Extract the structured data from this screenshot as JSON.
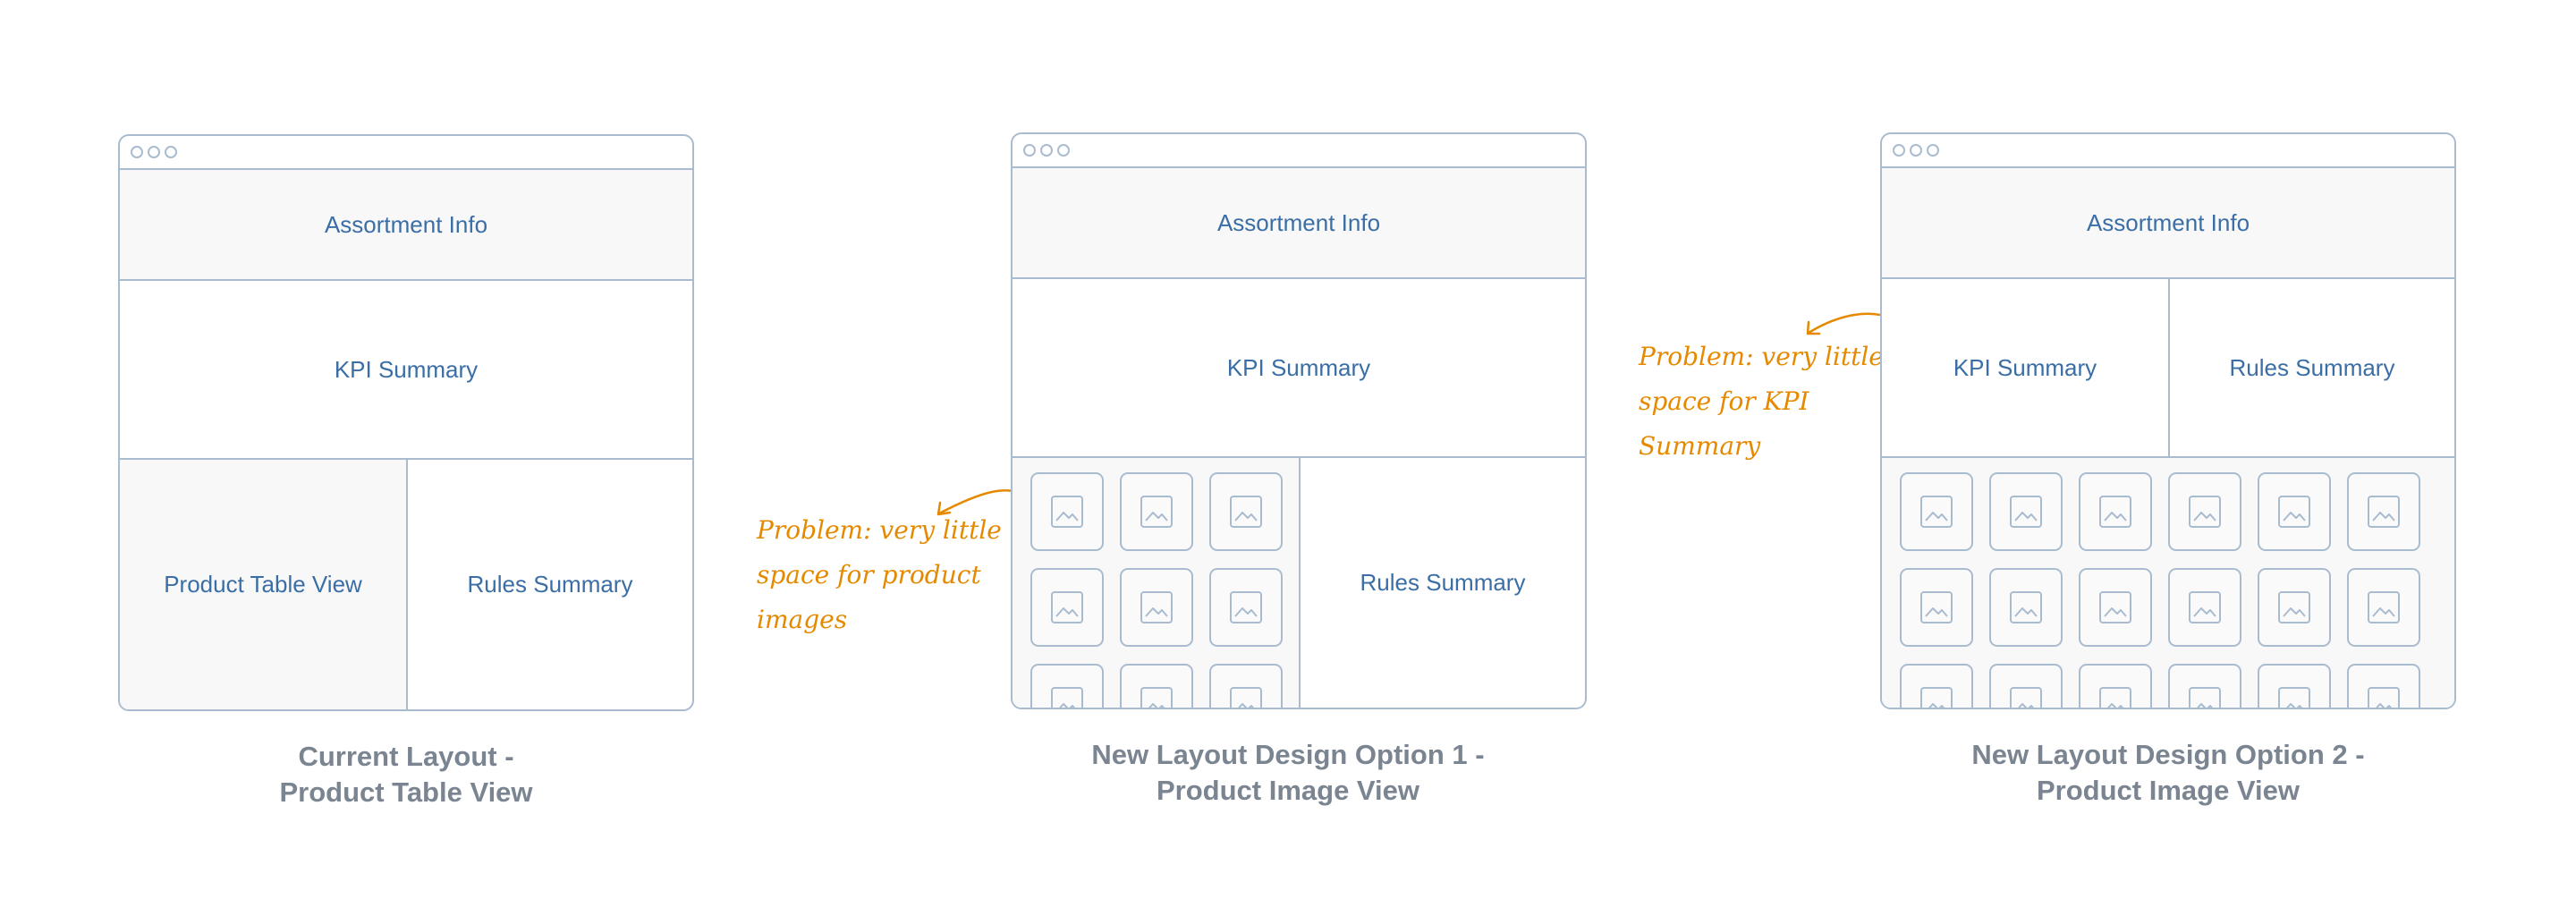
{
  "mockups": [
    {
      "assortment_label": "Assortment Info",
      "kpi_label": "KPI Summary",
      "product_table_label": "Product Table View",
      "rules_label": "Rules Summary",
      "caption_line1": "Current Layout -",
      "caption_line2": "Product Table View"
    },
    {
      "assortment_label": "Assortment Info",
      "kpi_label": "KPI Summary",
      "rules_label": "Rules Summary",
      "caption_line1": "New Layout Design Option 1 -",
      "caption_line2": "Product Image View"
    },
    {
      "assortment_label": "Assortment Info",
      "kpi_label": "KPI Summary",
      "rules_label": "Rules Summary",
      "caption_line1": "New Layout Design Option 2 -",
      "caption_line2": "Product Image View"
    }
  ],
  "annotations": {
    "product_images": [
      "Problem: very little",
      "space for product",
      "images"
    ],
    "kpi": [
      "Problem: very little",
      "space for KPI",
      "Summary"
    ]
  },
  "colors": {
    "outline": "#a9bccf",
    "label_text": "#3a6ea5",
    "caption_text": "#7a8591",
    "annotation": "#e58a00",
    "panel_fill": "#f8f8f8"
  },
  "icons": {
    "thumbnail": "image-placeholder-icon",
    "window_controls": "window-dot-icon"
  }
}
